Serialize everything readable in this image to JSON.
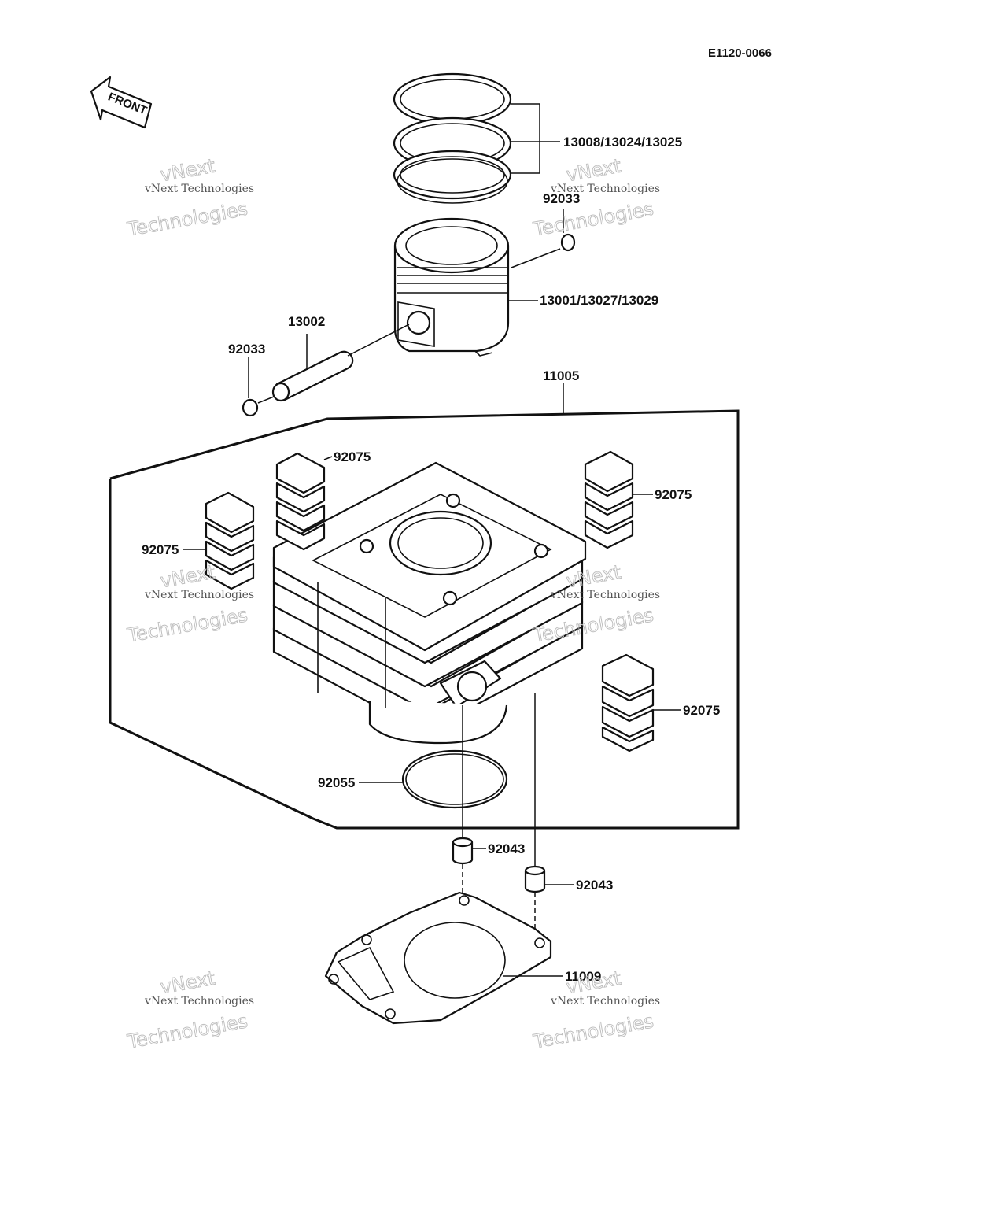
{
  "diagram_code": "E1120-0066",
  "front_label": "FRONT",
  "labels": {
    "rings": "13008/13024/13025",
    "clip_right": "92033",
    "piston": "13001/13027/13029",
    "pin": "13002",
    "clip_left": "92033",
    "cylinder": "11005",
    "damper_top_left": "92075",
    "damper_top_right": "92075",
    "damper_left": "92075",
    "damper_right": "92075",
    "oring": "92055",
    "dowel_left": "92043",
    "dowel_right": "92043",
    "gasket": "11009"
  },
  "watermark": {
    "line1": "vNext Technologies",
    "line2": "Technologies",
    "line3": "vNext"
  }
}
